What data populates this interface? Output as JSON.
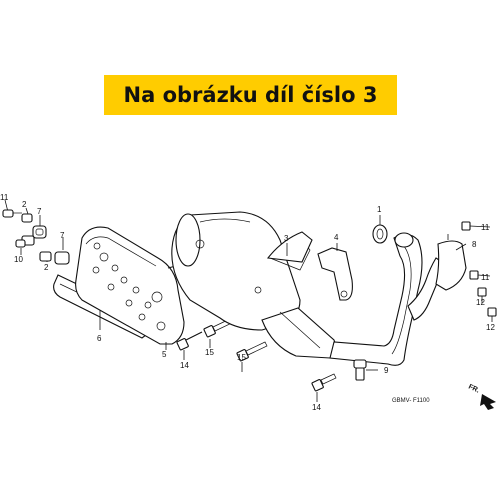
{
  "banner": {
    "text": "Na obrázku díl číslo 3",
    "color": "#ffcc00"
  },
  "callouts": [
    "1",
    "2",
    "3",
    "4",
    "5",
    "6",
    "7",
    "8",
    "9",
    "10",
    "11",
    "12",
    "14",
    "15"
  ],
  "diagram_code": "GBMV- F1100",
  "direction_label": "FR."
}
